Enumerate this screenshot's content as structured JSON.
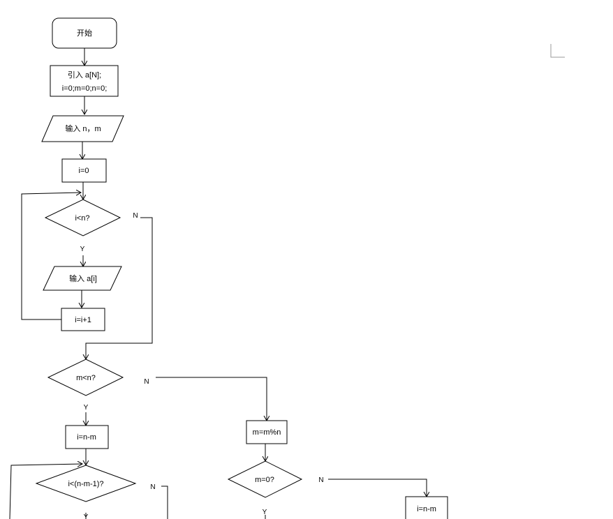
{
  "flowchart": {
    "start": "开始",
    "init_line1": "引入 a[N];",
    "init_line2": "i=0;m=0;n=0;",
    "input_nm": "输入 n，m",
    "set_i0": "i=0",
    "cond_i_lt_n": "i<n?",
    "input_ai": "输入 a[i]",
    "incr_i": "i=i+1",
    "cond_m_lt_n": "m<n?",
    "set_i_nm_left": "i=n-m",
    "cond_i_lt_nm1": "i<(n-m-1)?",
    "set_m_mod_n": "m=m%n",
    "cond_m_eq_0": "m=0?",
    "set_i_nm_right": "i=n-m",
    "label_yes": "Y",
    "label_no": "N"
  }
}
